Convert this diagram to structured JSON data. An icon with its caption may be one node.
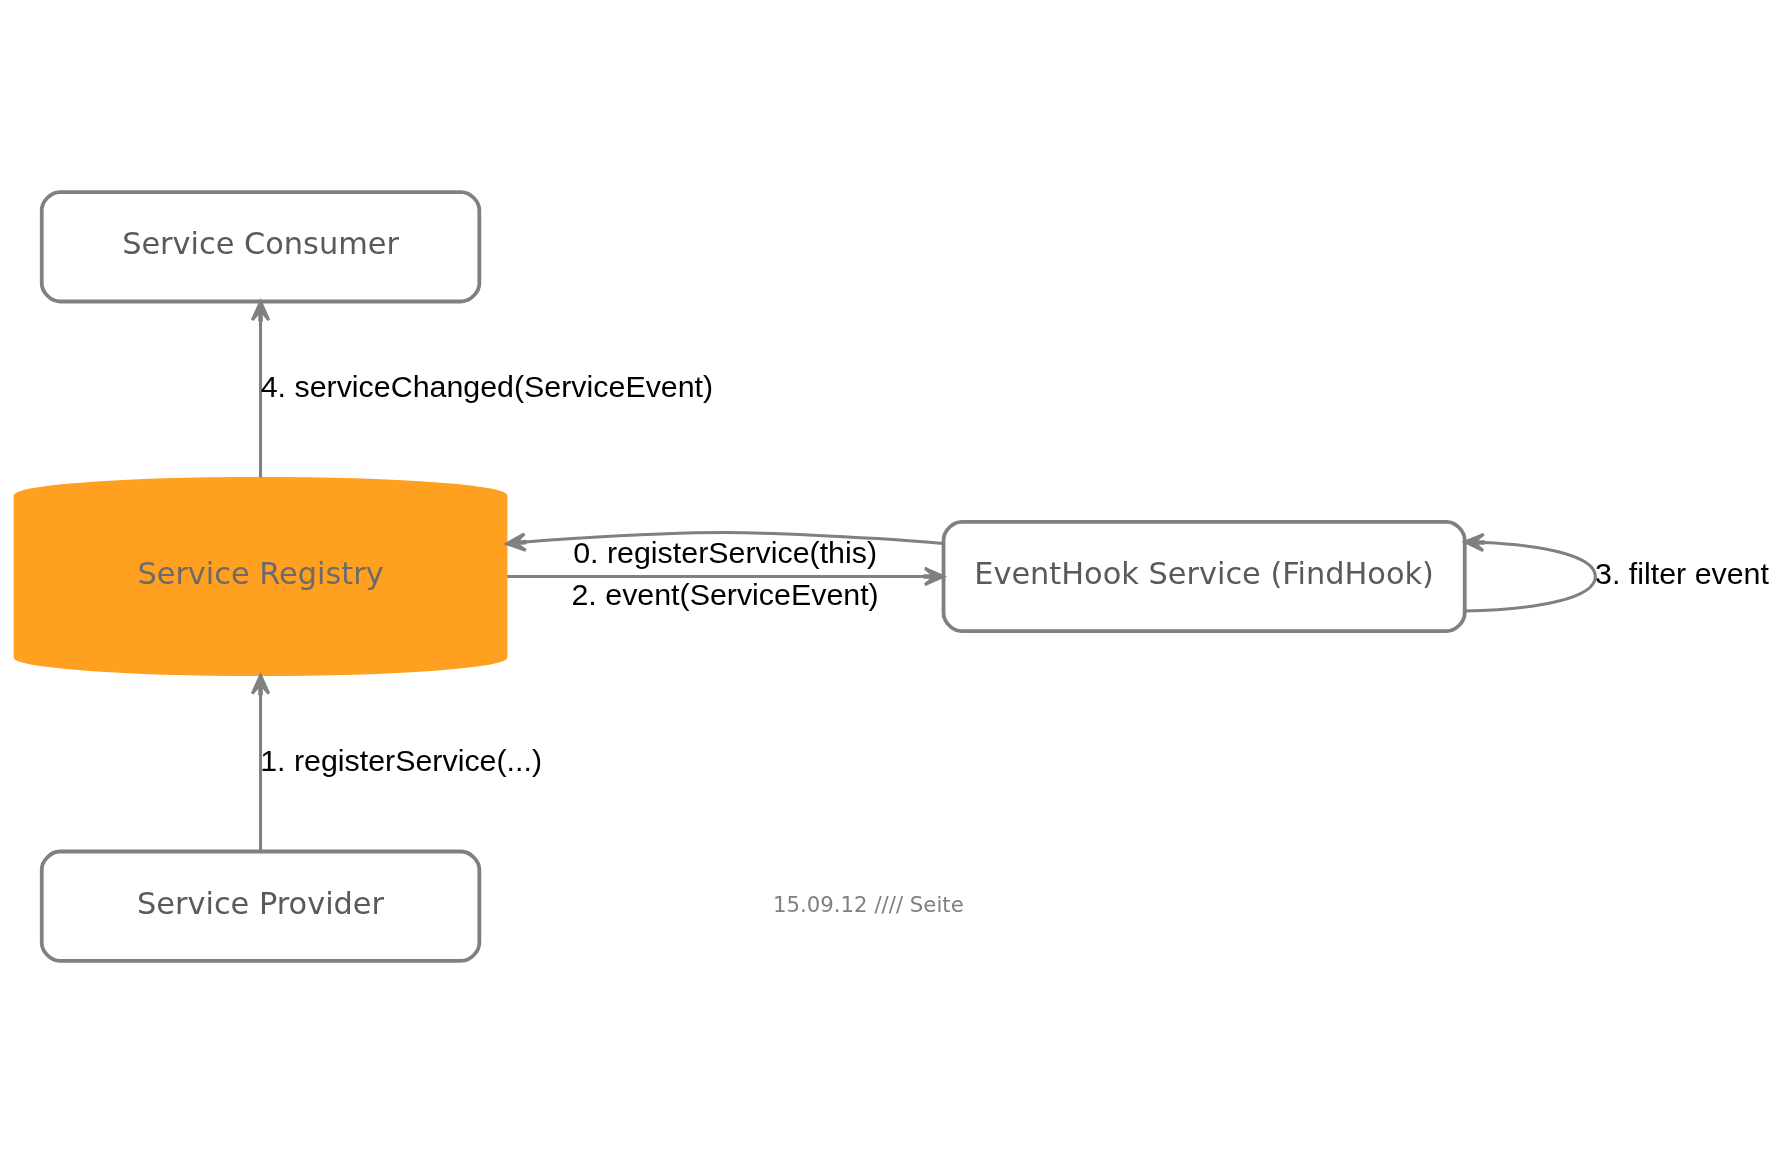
{
  "diagram": {
    "nodes": [
      {
        "text": [
          "Service Consumer"
        ]
      },
      {
        "text": [
          "EventHook Service (FindHook)"
        ]
      },
      {
        "text": [
          "Service Registry"
        ]
      },
      {
        "text": [
          "Service Provider"
        ]
      }
    ],
    "edges": [
      {
        "from": 1,
        "to": 2,
        "arrow": "to",
        "label": "0. registerService(this)"
      },
      {
        "from": 3,
        "to": 2,
        "arrow": "to",
        "label": "1. registerService(...)"
      },
      {
        "from": 2,
        "to": 1,
        "arrow": "to",
        "label": "2. event(ServiceEvent)"
      },
      {
        "from": 1,
        "to": 1,
        "arrow": "to",
        "label": "3. filter event"
      },
      {
        "from": 2,
        "to": 0,
        "arrow": "to",
        "label": "4. serviceChanged(ServiceEvent)"
      }
    ],
    "labels": [
      "15.09.12 //// Seite"
    ]
  }
}
